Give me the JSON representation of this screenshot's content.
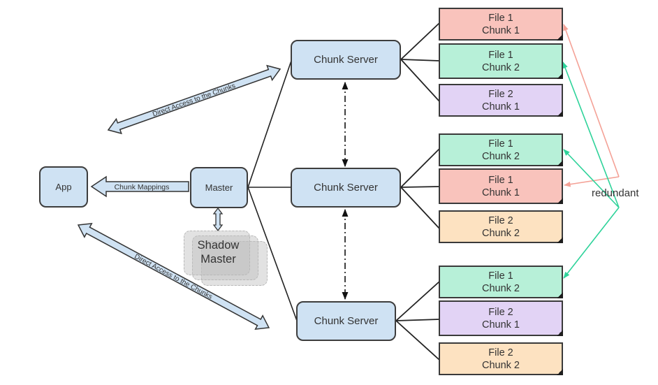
{
  "diagram": {
    "title": "GFS-style chunk replication architecture",
    "nodes": {
      "app": "App",
      "master": "Master",
      "shadow_master": [
        "Shadow",
        "Master"
      ],
      "chunk_servers": [
        "Chunk Server",
        "Chunk Server",
        "Chunk Server"
      ]
    },
    "edge_labels": {
      "chunk_mappings": "Chunk Mappings",
      "direct_access_top": "Direct Access to the Chunks",
      "direct_access_bottom": "Direct Access to the Chunks"
    },
    "annotation": "redundant",
    "colors": {
      "node_fill": "#cfe2f3",
      "file1_chunk1": "#f9c3bc",
      "file1_chunk2": "#b7f0d8",
      "file2_chunk1": "#e2d3f5",
      "file2_chunk2": "#fde2c1",
      "redundant_red": "#f4a196",
      "redundant_green": "#2ed39a"
    },
    "servers": [
      {
        "name": "Chunk Server",
        "chunks": [
          {
            "file": "File 1",
            "chunk": "Chunk 1",
            "kind": "file1_chunk1"
          },
          {
            "file": "File 1",
            "chunk": "Chunk 2",
            "kind": "file1_chunk2"
          },
          {
            "file": "File 2",
            "chunk": "Chunk 1",
            "kind": "file2_chunk1"
          }
        ]
      },
      {
        "name": "Chunk Server",
        "chunks": [
          {
            "file": "File 1",
            "chunk": "Chunk 2",
            "kind": "file1_chunk2"
          },
          {
            "file": "File 1",
            "chunk": "Chunk 1",
            "kind": "file1_chunk1"
          },
          {
            "file": "File 2",
            "chunk": "Chunk 2",
            "kind": "file2_chunk2"
          }
        ]
      },
      {
        "name": "Chunk Server",
        "chunks": [
          {
            "file": "File 1",
            "chunk": "Chunk 2",
            "kind": "file1_chunk2"
          },
          {
            "file": "File 2",
            "chunk": "Chunk 1",
            "kind": "file2_chunk1"
          },
          {
            "file": "File 2",
            "chunk": "Chunk 2",
            "kind": "file2_chunk2"
          }
        ]
      }
    ]
  }
}
